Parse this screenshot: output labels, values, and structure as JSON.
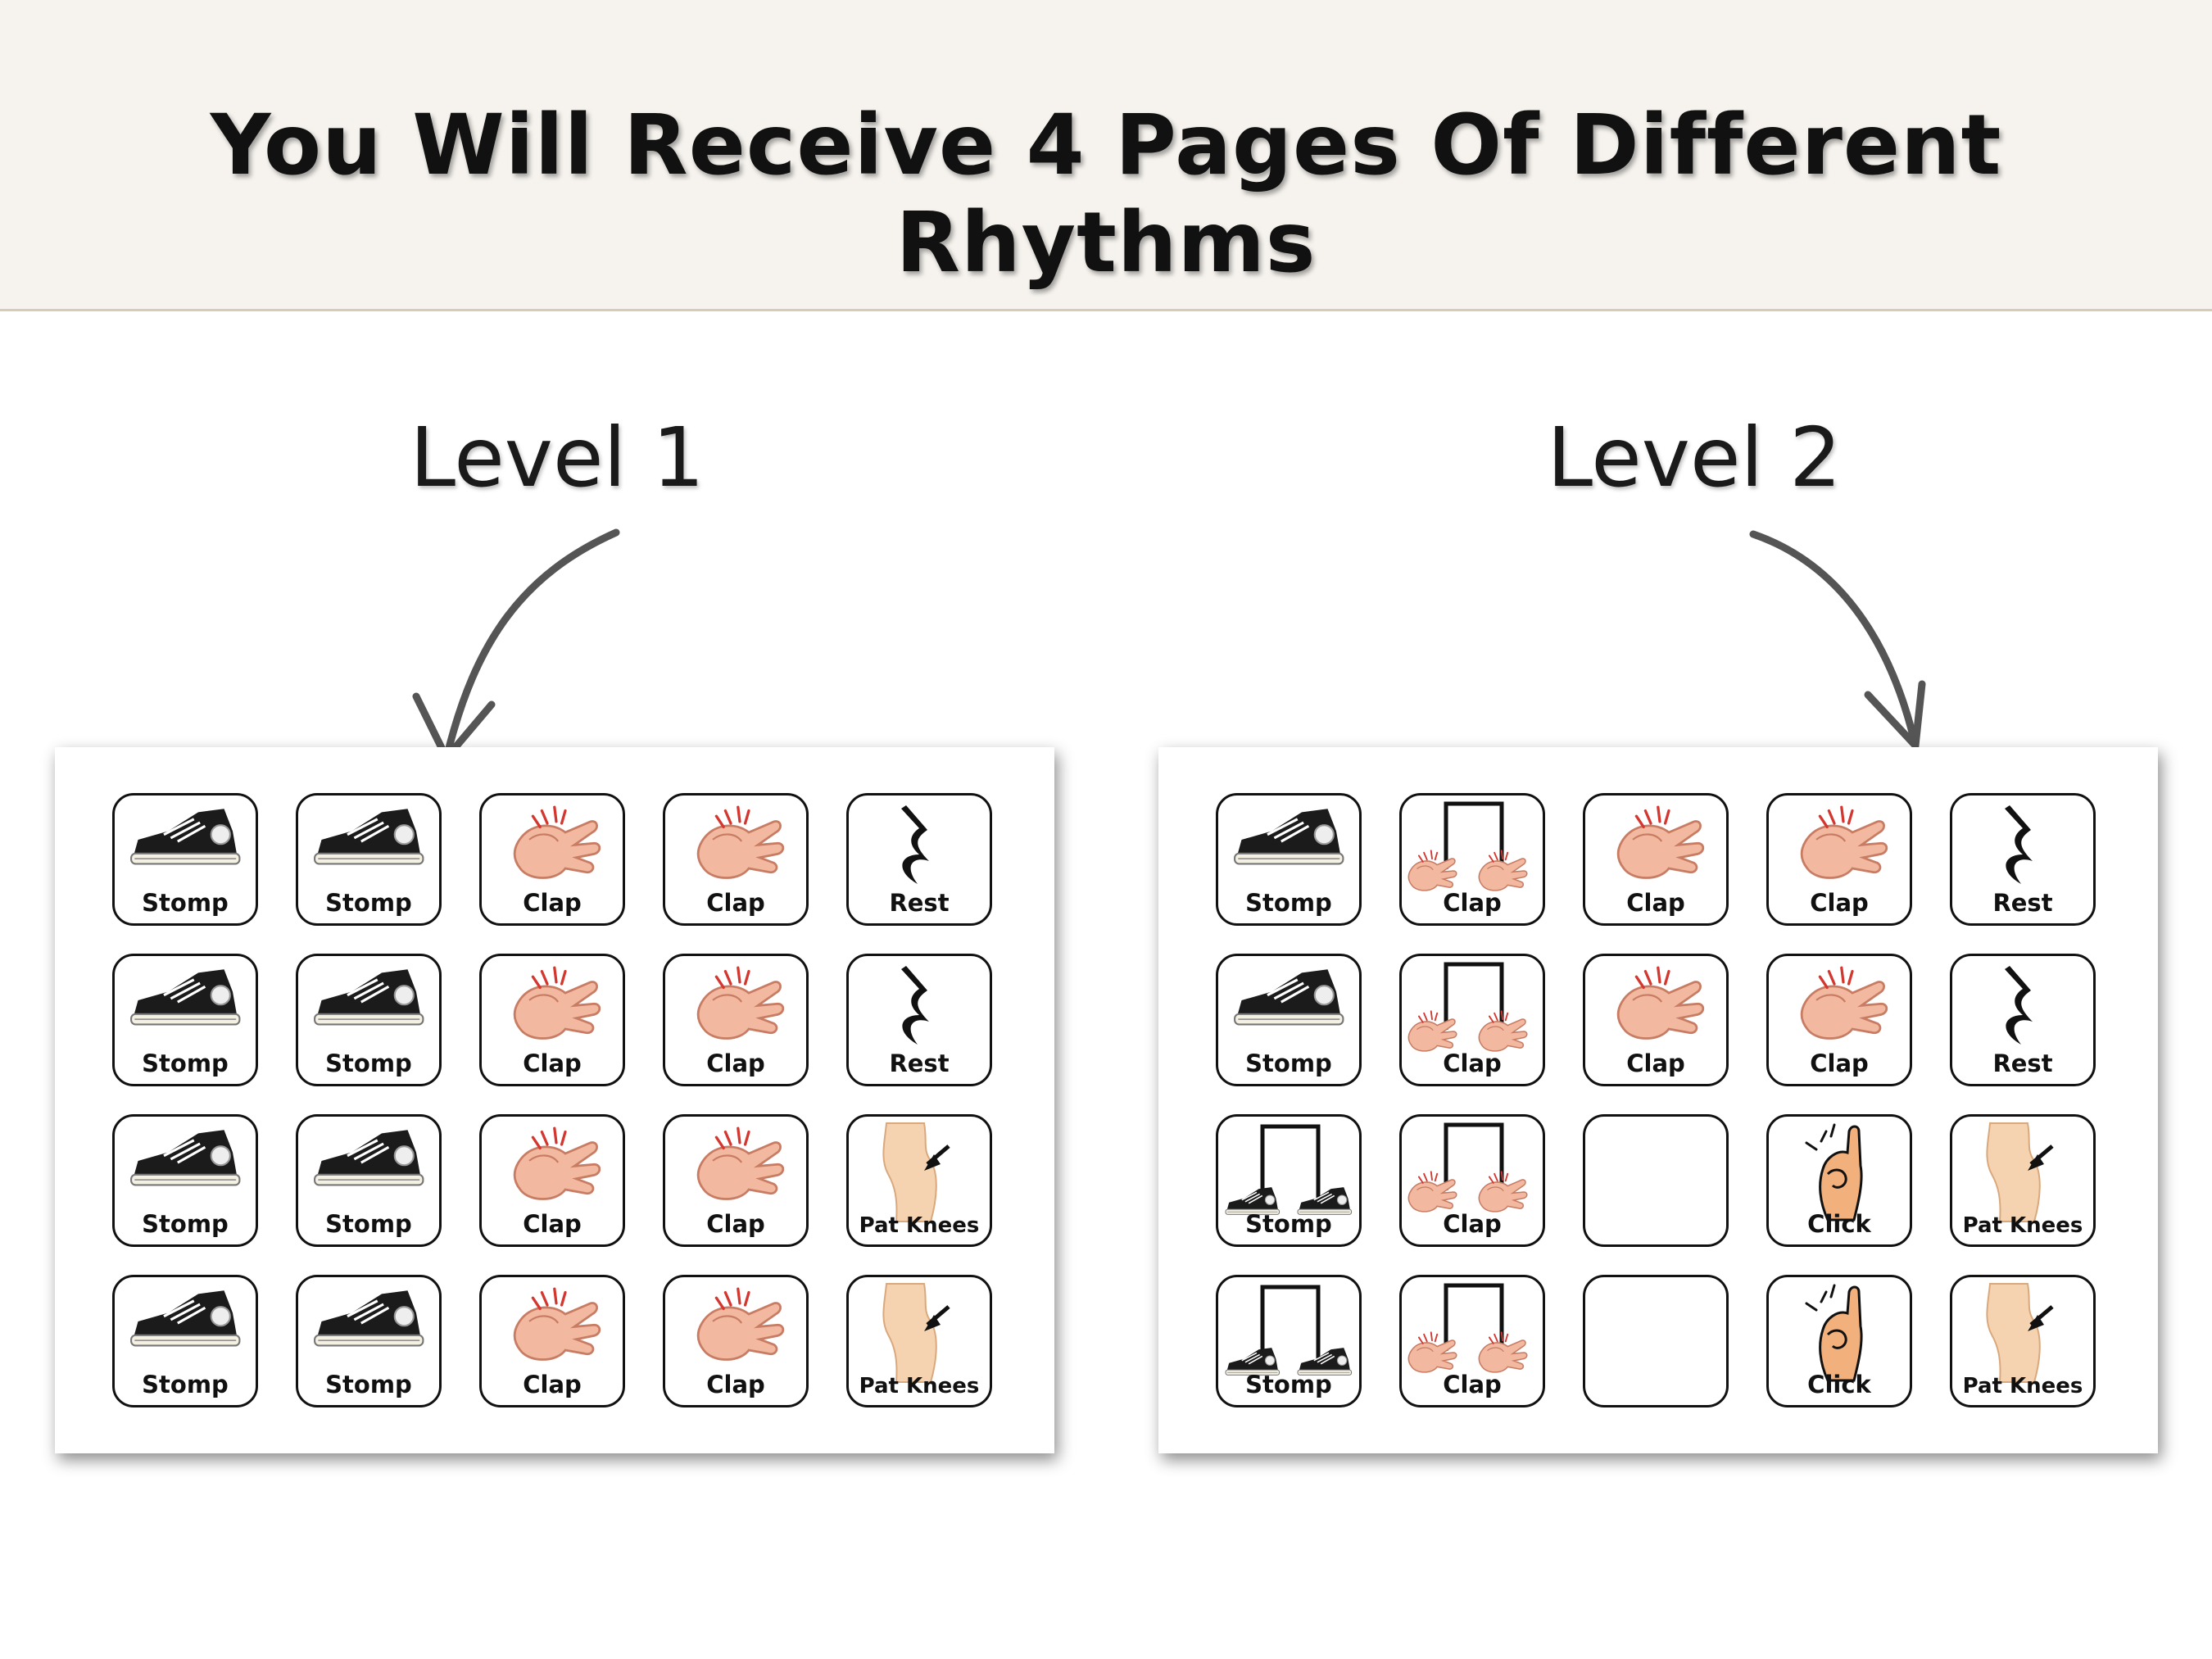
{
  "banner": {
    "title": "You Will Receive 4 Pages Of Different Rhythms"
  },
  "levels": [
    {
      "title": "Level 1",
      "rows": [
        [
          {
            "label": "Stomp",
            "icon": "shoe-icon"
          },
          {
            "label": "Stomp",
            "icon": "shoe-icon"
          },
          {
            "label": "Clap",
            "icon": "clap-icon"
          },
          {
            "label": "Clap",
            "icon": "clap-icon"
          },
          {
            "label": "Rest",
            "icon": "quarter-rest-icon"
          }
        ],
        [
          {
            "label": "Stomp",
            "icon": "shoe-icon"
          },
          {
            "label": "Stomp",
            "icon": "shoe-icon"
          },
          {
            "label": "Clap",
            "icon": "clap-icon"
          },
          {
            "label": "Clap",
            "icon": "clap-icon"
          },
          {
            "label": "Rest",
            "icon": "quarter-rest-icon"
          }
        ],
        [
          {
            "label": "Stomp",
            "icon": "shoe-icon"
          },
          {
            "label": "Stomp",
            "icon": "shoe-icon"
          },
          {
            "label": "Clap",
            "icon": "clap-icon"
          },
          {
            "label": "Clap",
            "icon": "clap-icon"
          },
          {
            "label": "Pat Knees",
            "icon": "knee-icon"
          }
        ],
        [
          {
            "label": "Stomp",
            "icon": "shoe-icon"
          },
          {
            "label": "Stomp",
            "icon": "shoe-icon"
          },
          {
            "label": "Clap",
            "icon": "clap-icon"
          },
          {
            "label": "Clap",
            "icon": "clap-icon"
          },
          {
            "label": "Pat Knees",
            "icon": "knee-icon"
          }
        ]
      ]
    },
    {
      "title": "Level 2",
      "rows": [
        [
          {
            "label": "Stomp",
            "icon": "shoe-icon"
          },
          {
            "label": "Clap",
            "icon": "double-clap-icon"
          },
          {
            "label": "Clap",
            "icon": "clap-icon"
          },
          {
            "label": "Clap",
            "icon": "clap-icon"
          },
          {
            "label": "Rest",
            "icon": "quarter-rest-icon"
          }
        ],
        [
          {
            "label": "Stomp",
            "icon": "shoe-icon"
          },
          {
            "label": "Clap",
            "icon": "double-clap-icon"
          },
          {
            "label": "Clap",
            "icon": "clap-icon"
          },
          {
            "label": "Clap",
            "icon": "clap-icon"
          },
          {
            "label": "Rest",
            "icon": "quarter-rest-icon"
          }
        ],
        [
          {
            "label": "Stomp",
            "icon": "double-shoe-icon"
          },
          {
            "label": "Clap",
            "icon": "double-clap-icon"
          },
          {
            "label": "",
            "icon": "blank"
          },
          {
            "label": "Click",
            "icon": "snap-icon"
          },
          {
            "label": "Pat Knees",
            "icon": "knee-icon"
          }
        ],
        [
          {
            "label": "Stomp",
            "icon": "double-shoe-icon"
          },
          {
            "label": "Clap",
            "icon": "double-clap-icon"
          },
          {
            "label": "",
            "icon": "blank"
          },
          {
            "label": "Click",
            "icon": "snap-icon"
          },
          {
            "label": "Pat Knees",
            "icon": "knee-icon"
          }
        ]
      ]
    }
  ],
  "colors": {
    "skin": "#f2b8a0",
    "knee": "#f6d3b0",
    "shoe": "#1b1b1b",
    "banner": "#f6f3ee"
  }
}
